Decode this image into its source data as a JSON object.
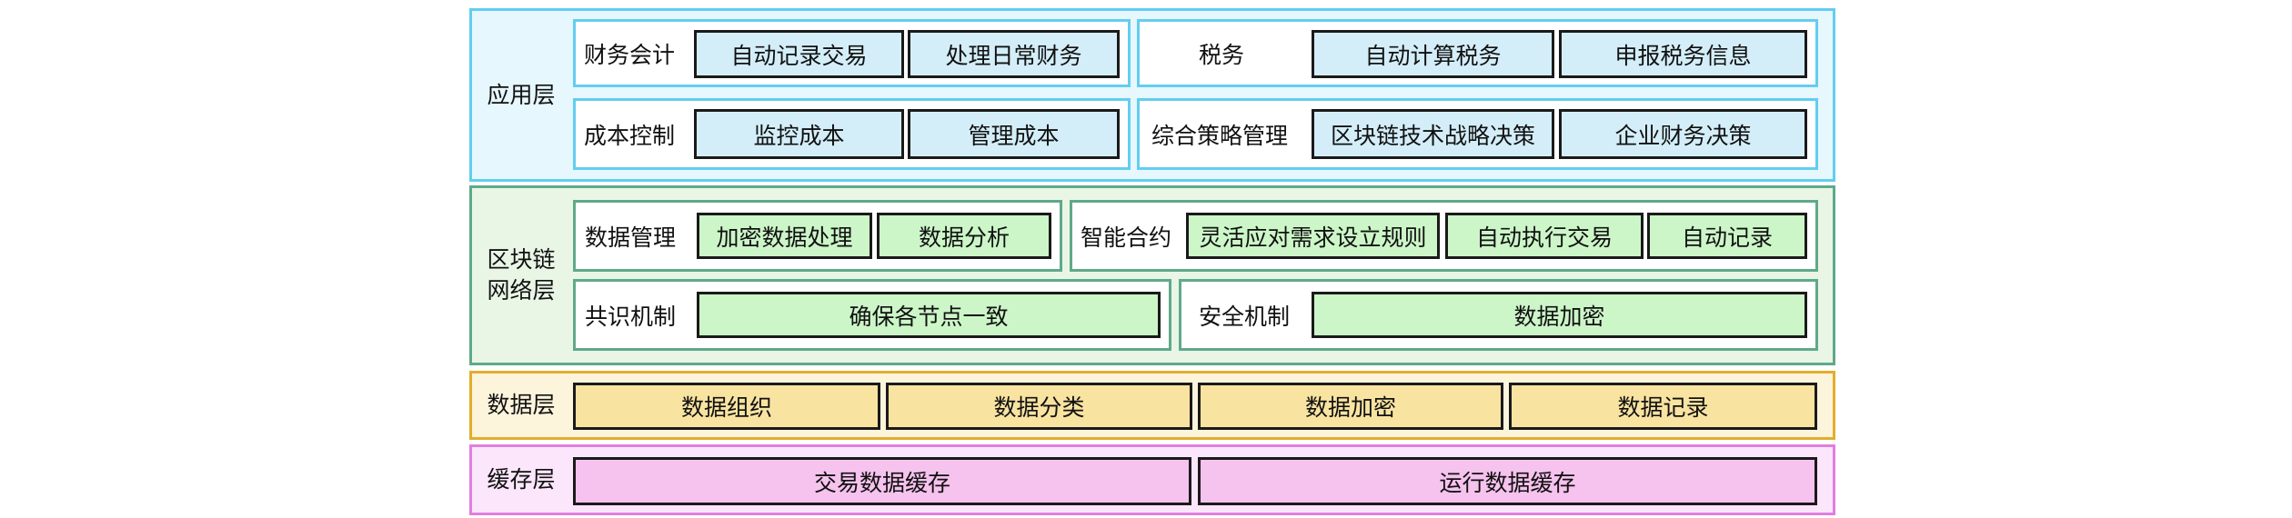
{
  "colors": {
    "app_border": "#63cdf0",
    "app_fill": "#e6f7fd",
    "app_box": "#d4eef9",
    "blockchain_border": "#5fa98a",
    "blockchain_fill": "#e9f6e6",
    "blockchain_box": "#ccf6c8",
    "data_border": "#e3ad2c",
    "data_fill": "#fdf4dc",
    "data_box": "#f9e3a1",
    "cache_border": "#e07fe0",
    "cache_fill": "#fbe6fb",
    "cache_box": "#f6c2ee"
  },
  "application_layer": {
    "label": "应用层",
    "financial_accounting": {
      "label": "财务会计",
      "items": [
        "自动记录交易",
        "处理日常财务"
      ]
    },
    "tax": {
      "label": "税务",
      "items": [
        "自动计算税务",
        "申报税务信息"
      ]
    },
    "cost_control": {
      "label": "成本控制",
      "items": [
        "监控成本",
        "管理成本"
      ]
    },
    "strategy": {
      "label": "综合策略管理",
      "items": [
        "区块链技术战略决策",
        "企业财务决策"
      ]
    }
  },
  "blockchain_layer": {
    "label": "区块链\n网络层",
    "data_management": {
      "label": "数据管理",
      "items": [
        "加密数据处理",
        "数据分析"
      ]
    },
    "smart_contract": {
      "label": "智能合约",
      "items": [
        "灵活应对需求设立规则",
        "自动执行交易",
        "自动记录"
      ]
    },
    "consensus": {
      "label": "共识机制",
      "items": [
        "确保各节点一致"
      ]
    },
    "security": {
      "label": "安全机制",
      "items": [
        "数据加密"
      ]
    }
  },
  "data_layer": {
    "label": "数据层",
    "items": [
      "数据组织",
      "数据分类",
      "数据加密",
      "数据记录"
    ]
  },
  "cache_layer": {
    "label": "缓存层",
    "items": [
      "交易数据缓存",
      "运行数据缓存"
    ]
  }
}
